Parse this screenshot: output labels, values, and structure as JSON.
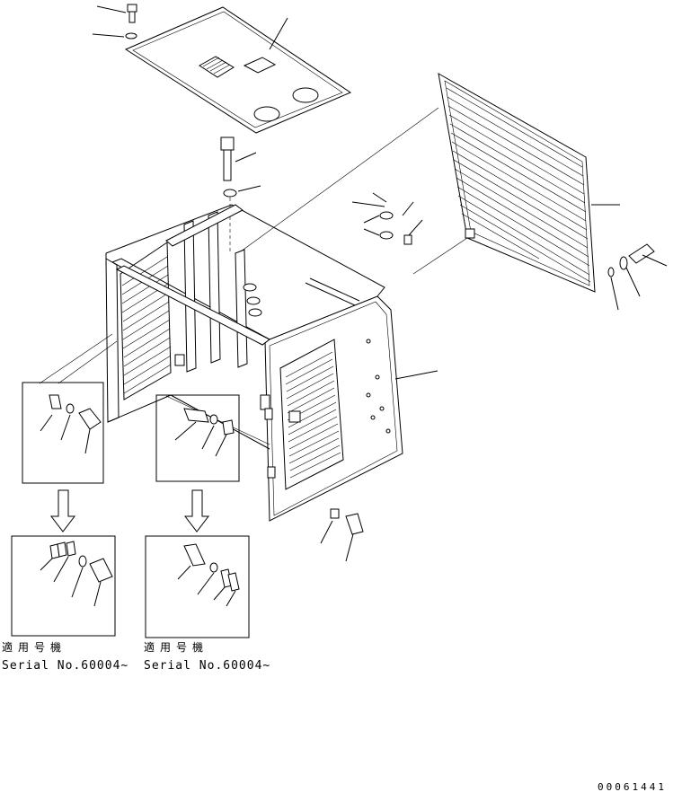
{
  "drawing": {
    "drawing_number": "00061441",
    "applicability_left": {
      "label_jp": "適用号機",
      "serial": "Serial No.60004~"
    },
    "applicability_right": {
      "label_jp": "適用号機",
      "serial": "Serial No.60004~"
    }
  }
}
